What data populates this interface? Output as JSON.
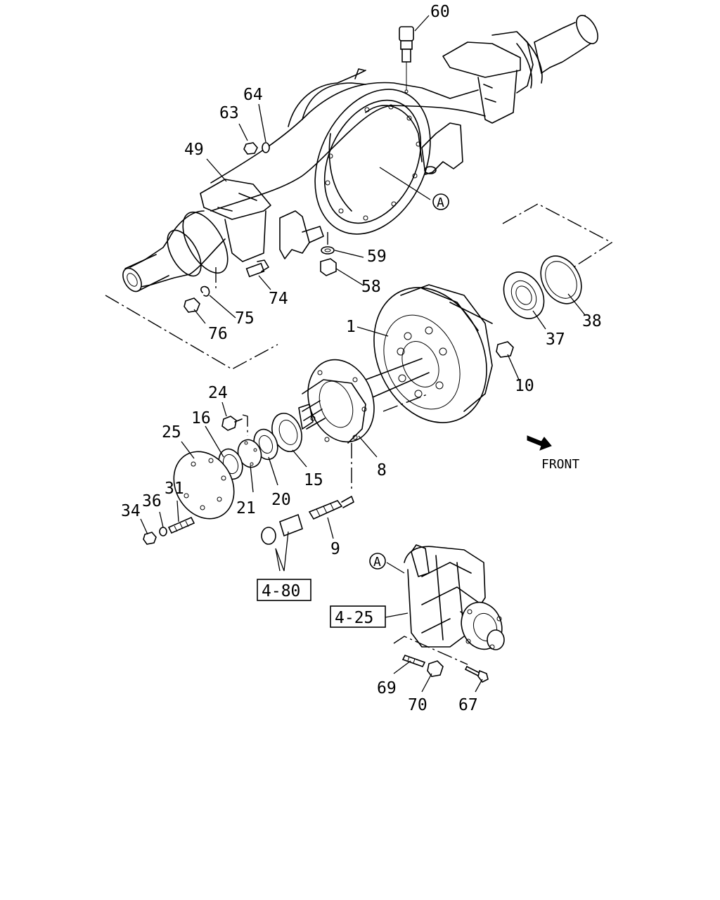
{
  "callouts": {
    "c60": "60",
    "c64": "64",
    "c63": "63",
    "c49": "49",
    "cA_top": "A",
    "c59": "59",
    "c58": "58",
    "c74": "74",
    "c75": "75",
    "c76": "76",
    "c38": "38",
    "c37": "37",
    "c1": "1",
    "c10": "10",
    "c24": "24",
    "c16": "16",
    "c25": "25",
    "c31": "31",
    "c36": "36",
    "c34": "34",
    "c21": "21",
    "c20": "20",
    "c15": "15",
    "c8": "8",
    "c9": "9",
    "cA_bottom": "A",
    "c69": "69",
    "c70": "70",
    "c67": "67"
  },
  "references": {
    "r480": "4-80",
    "r425": "4-25"
  },
  "direction": {
    "label": "FRONT"
  }
}
